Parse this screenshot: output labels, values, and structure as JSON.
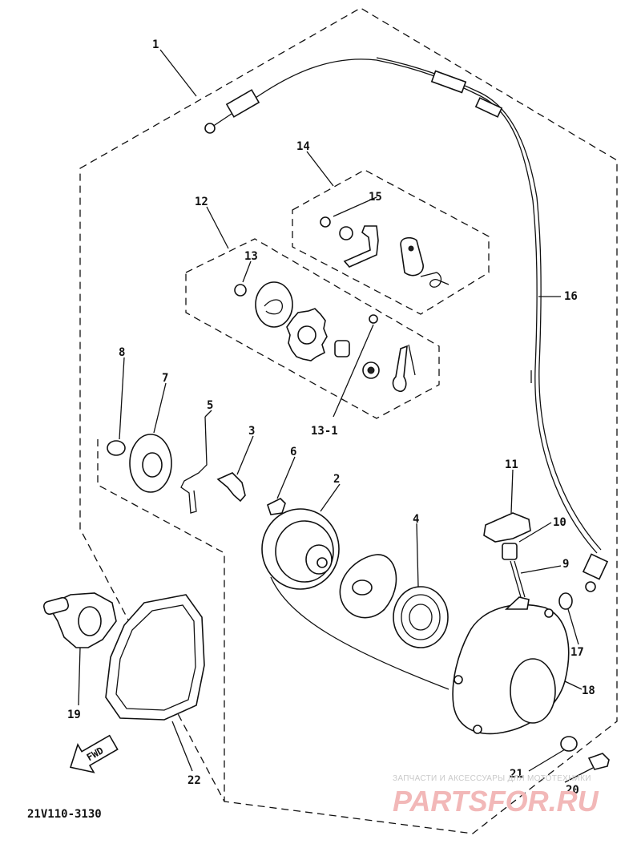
{
  "diagram": {
    "code": "21V110-3130",
    "fwd_label": "FWD",
    "callouts": [
      {
        "id": "c1",
        "label": "1"
      },
      {
        "id": "c2",
        "label": "2"
      },
      {
        "id": "c3",
        "label": "3"
      },
      {
        "id": "c4",
        "label": "4"
      },
      {
        "id": "c5",
        "label": "5"
      },
      {
        "id": "c6",
        "label": "6"
      },
      {
        "id": "c7",
        "label": "7"
      },
      {
        "id": "c8",
        "label": "8"
      },
      {
        "id": "c9",
        "label": "9"
      },
      {
        "id": "c10",
        "label": "10"
      },
      {
        "id": "c11",
        "label": "11"
      },
      {
        "id": "c12",
        "label": "12"
      },
      {
        "id": "c13",
        "label": "13"
      },
      {
        "id": "c13_1",
        "label": "13-1"
      },
      {
        "id": "c14",
        "label": "14"
      },
      {
        "id": "c15",
        "label": "15"
      },
      {
        "id": "c16",
        "label": "16"
      },
      {
        "id": "c17",
        "label": "17"
      },
      {
        "id": "c18",
        "label": "18"
      },
      {
        "id": "c19",
        "label": "19"
      },
      {
        "id": "c20",
        "label": "20"
      },
      {
        "id": "c21",
        "label": "21"
      },
      {
        "id": "c22",
        "label": "22"
      }
    ]
  },
  "watermark": {
    "line1": "ЗАПЧАСТИ И АКСЕССУАРЫ ДЛЯ МОТОТЕХНИКИ",
    "line2": "PARTSFOR.RU",
    "color": "#e88a8a"
  }
}
